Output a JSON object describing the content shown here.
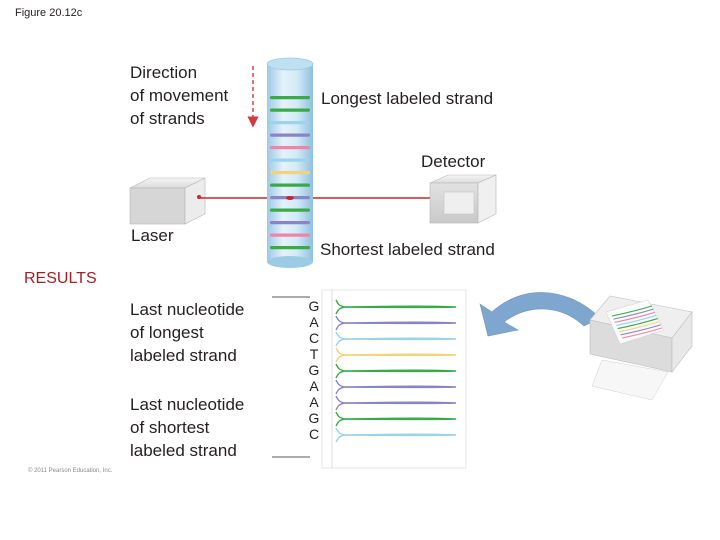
{
  "figure_label": "Figure 20.12c",
  "direction_label": "Direction\nof movement\nof strands",
  "longest_strand_label": "Longest labeled strand",
  "detector_label": "Detector",
  "laser_label": "Laser",
  "shortest_strand_label": "Shortest labeled strand",
  "results_title": "RESULTS",
  "last_nucleotide_longest": "Last nucleotide\nof longest\nlabeled strand",
  "last_nucleotide_shortest": "Last nucleotide\nof shortest\nlabeled strand",
  "sequence": [
    "G",
    "A",
    "C",
    "T",
    "G",
    "A",
    "A",
    "G",
    "C"
  ],
  "copyright": "© 2011 Pearson Education, Inc.",
  "colors": {
    "G": "#3aaa49",
    "A": "#8a84c4",
    "C": "#9bd4ea",
    "T": "#f2d37a",
    "P": "#ee84a8",
    "laser_beam": "#c7262d",
    "direction_arrow": "#d23a3e",
    "results": "#a31f24",
    "printer_arrow": "#7fa6cf"
  },
  "tube_bands": [
    "G",
    "G",
    "C",
    "A",
    "P",
    "C",
    "T",
    "G",
    "A",
    "G",
    "A",
    "P",
    "G"
  ]
}
